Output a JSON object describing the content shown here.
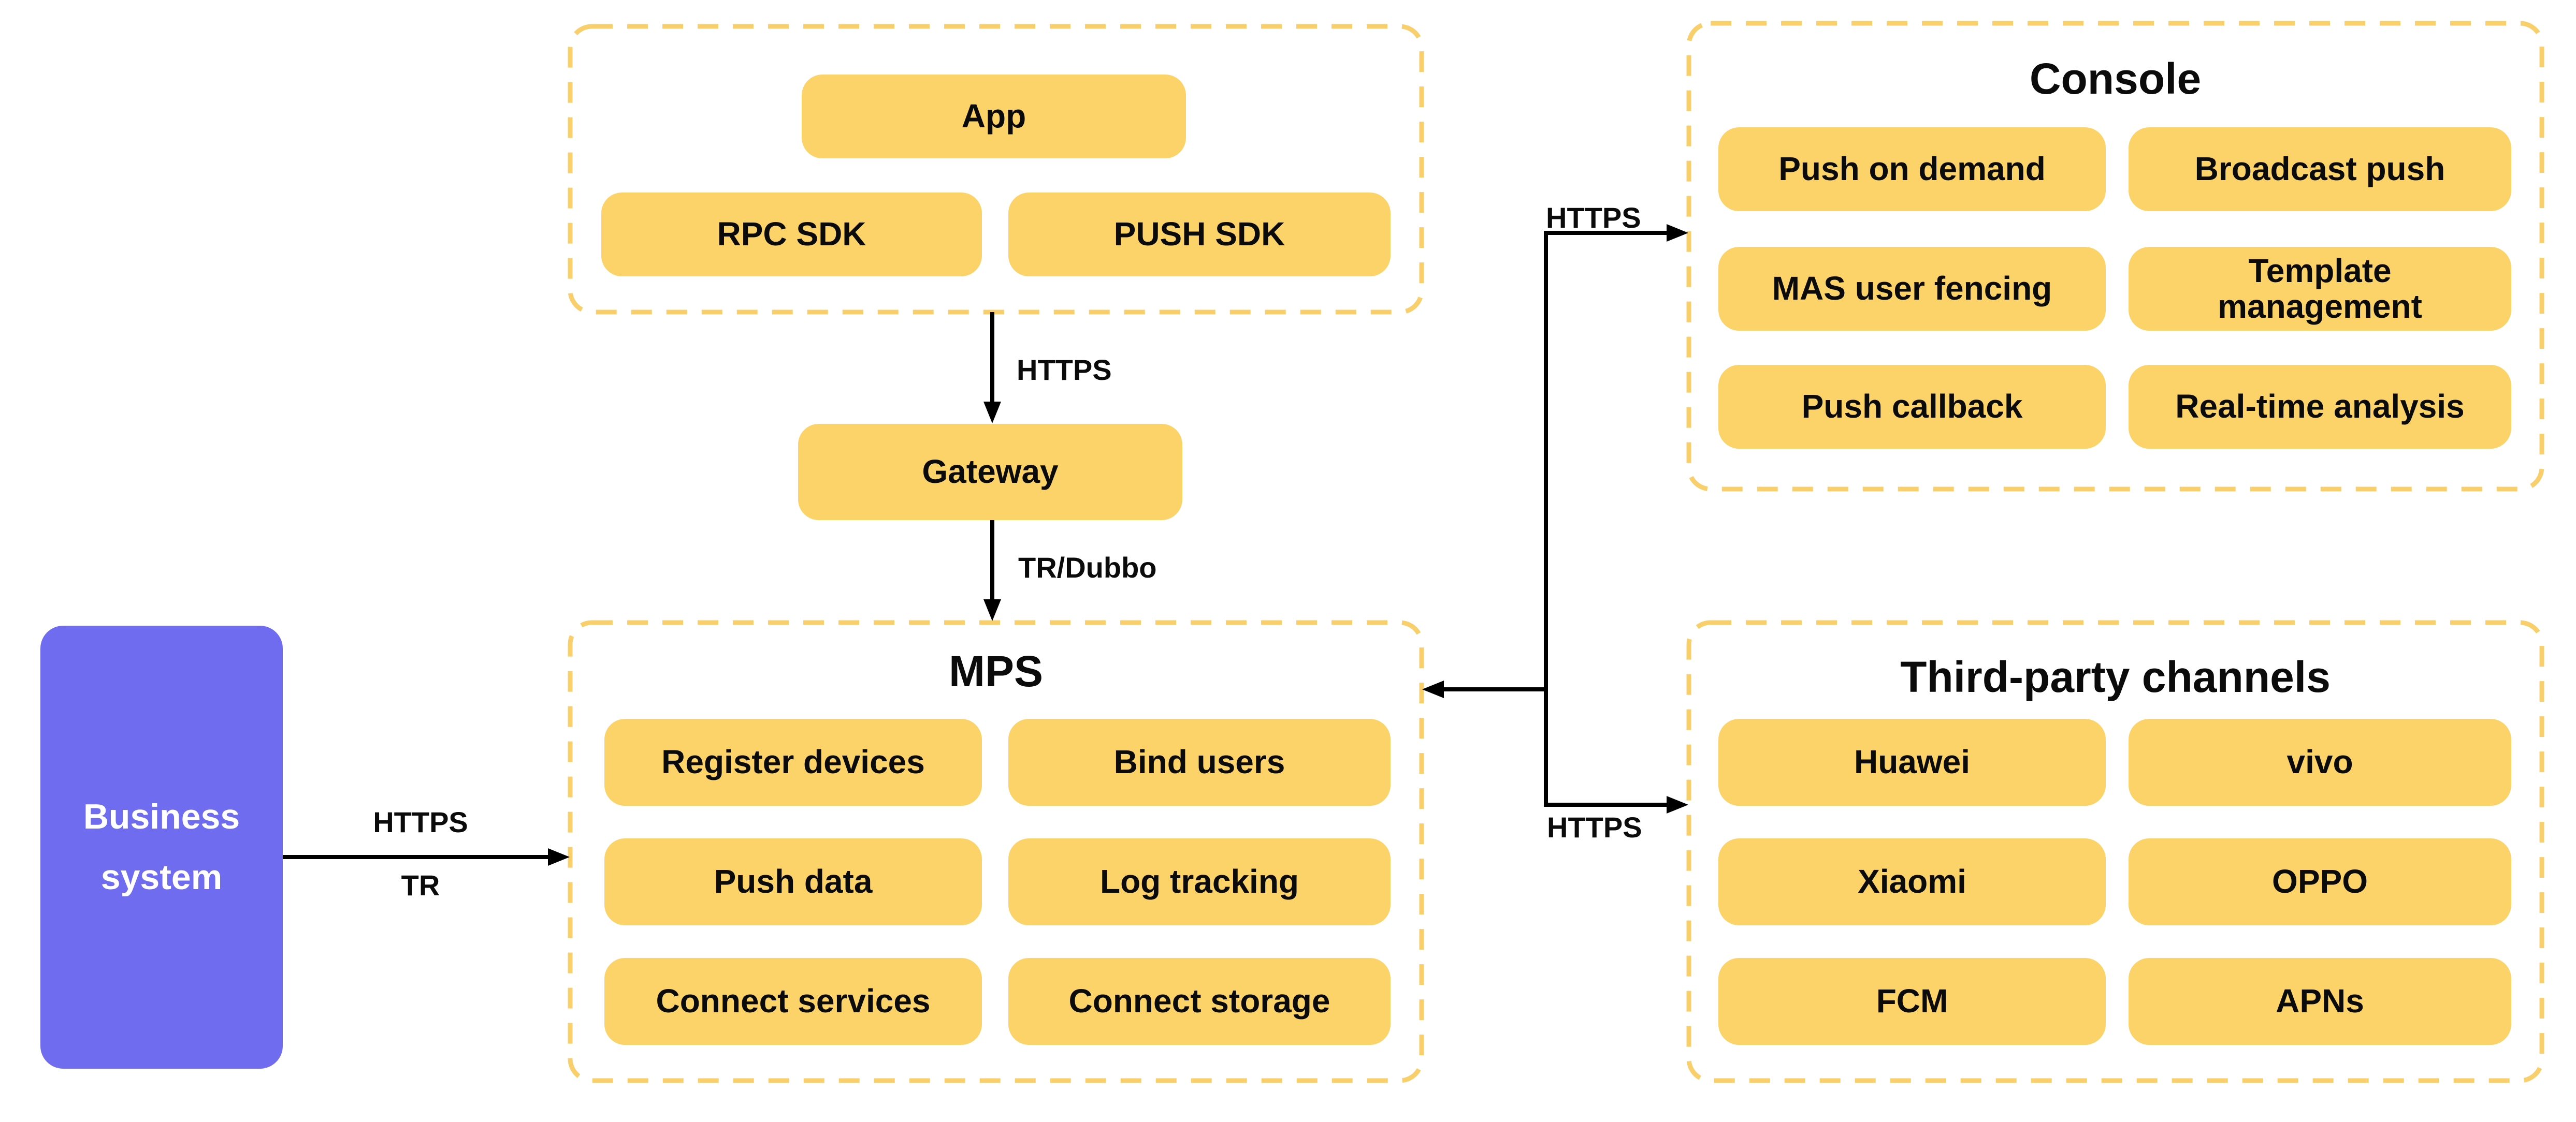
{
  "app_group": {
    "app": "App",
    "rpc_sdk": "RPC SDK",
    "push_sdk": "PUSH SDK"
  },
  "gateway": "Gateway",
  "business_system": "Business\nsystem",
  "mps": {
    "title": "MPS",
    "items": [
      "Register devices",
      "Bind users",
      "Push data",
      "Log tracking",
      "Connect services",
      "Connect storage"
    ]
  },
  "console": {
    "title": "Console",
    "items": [
      "Push on demand",
      "Broadcast push",
      "MAS user fencing",
      "Template\nmanagement",
      "Push callback",
      "Real-time analysis"
    ]
  },
  "third_party": {
    "title": "Third-party channels",
    "items": [
      "Huawei",
      "vivo",
      "Xiaomi",
      "OPPO",
      "FCM",
      "APNs"
    ]
  },
  "edges": {
    "app_to_gateway": "HTTPS",
    "gateway_to_mps": "TR/Dubbo",
    "business_to_mps_protocol_1": "HTTPS",
    "business_to_mps_protocol_2": "TR",
    "mps_to_console": "HTTPS",
    "mps_to_third_party": "HTTPS"
  },
  "colors": {
    "node_fill": "#FCD369",
    "dashed_border": "#F9CF6B",
    "business_fill": "#6F6CEF",
    "connector": "#000000"
  }
}
